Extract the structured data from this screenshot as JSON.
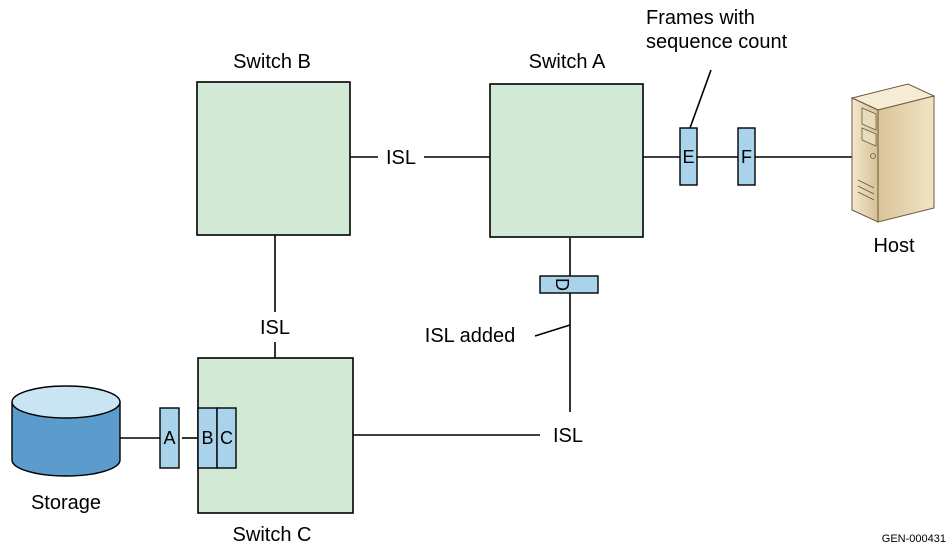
{
  "switches": {
    "a": "Switch A",
    "b": "Switch B",
    "c": "Switch C"
  },
  "links": {
    "ab": "ISL",
    "bc": "ISL",
    "ac": "ISL",
    "added": "ISL added"
  },
  "frames": {
    "a": "A",
    "b": "B",
    "c": "C",
    "d": "D",
    "e": "E",
    "f": "F"
  },
  "callout": {
    "line1": "Frames with",
    "line2": "sequence count"
  },
  "devices": {
    "host": "Host",
    "storage": "Storage"
  },
  "figure_id": "GEN-000431",
  "colors": {
    "switch_fill": "#d2e9d6",
    "frame_fill": "#a9d3ea",
    "storage_top": "#c9e4f2",
    "storage_body": "#5b9ccd",
    "host_body": "#e7d6b0"
  },
  "icons": {
    "host": "server-tower-icon",
    "storage": "storage-cylinder-icon"
  }
}
